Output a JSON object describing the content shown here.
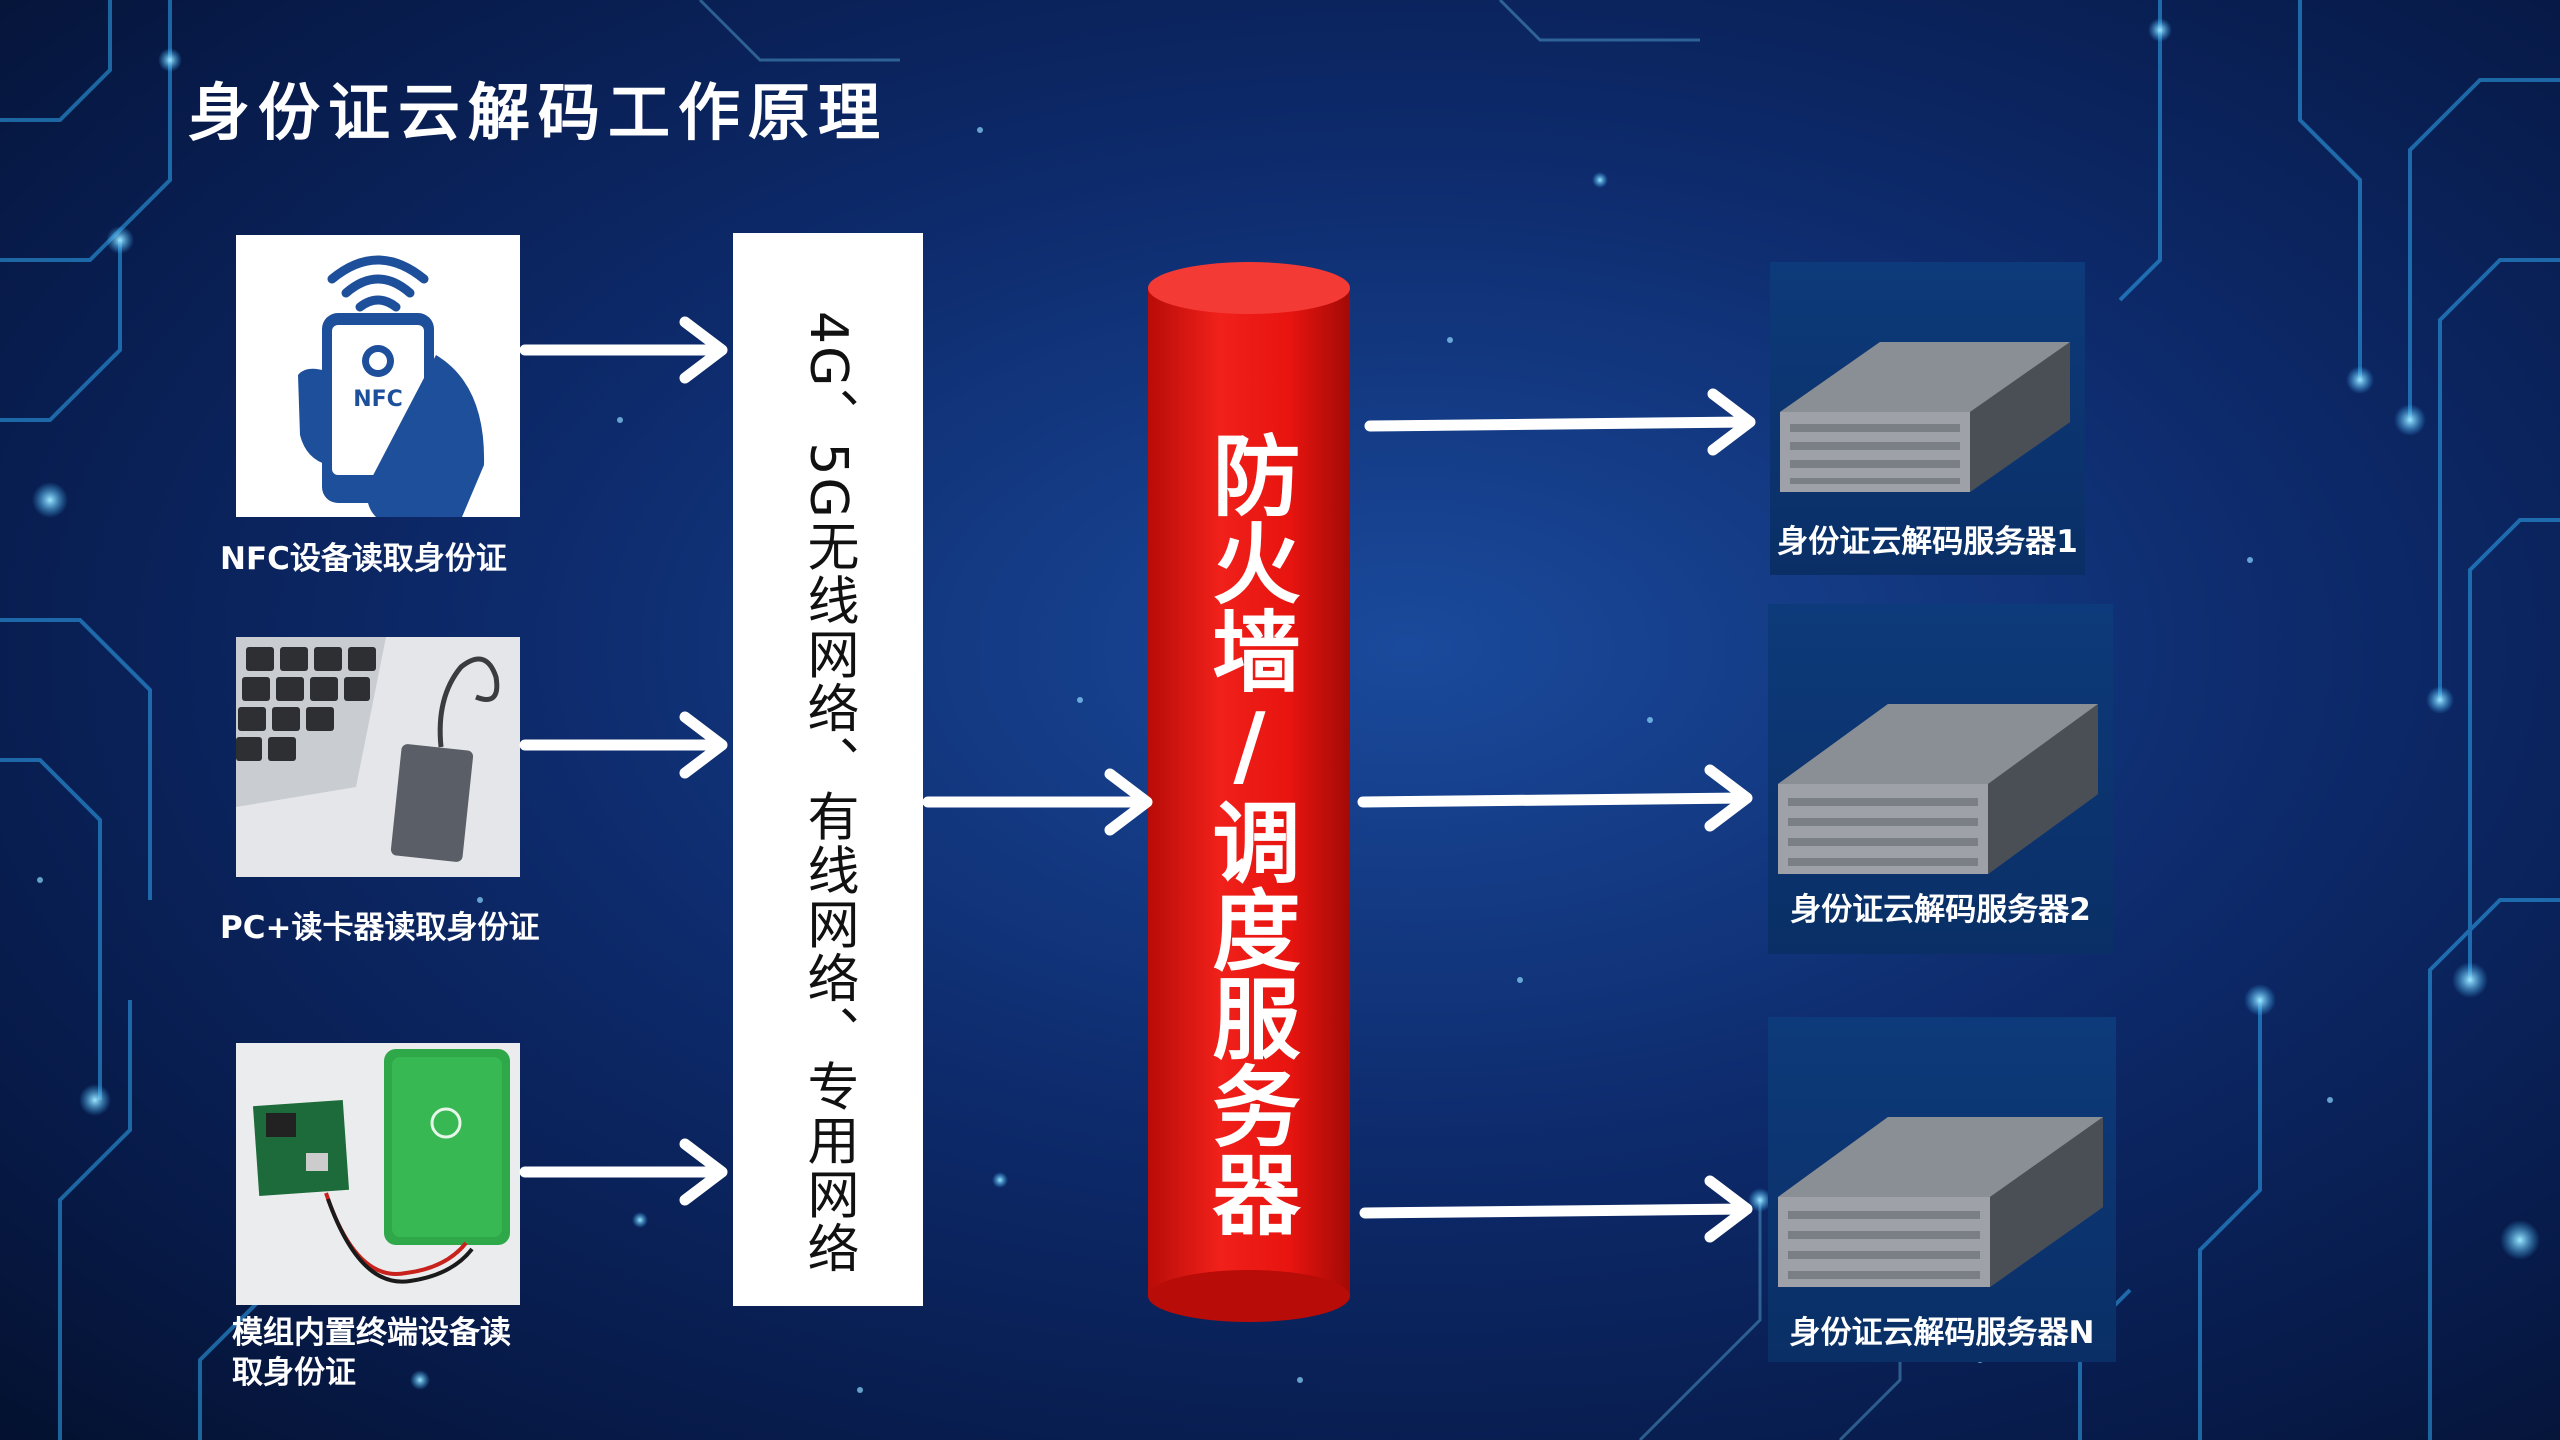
{
  "title": "身份证云解码工作原理",
  "devices": [
    {
      "label": "NFC设备读取身份证",
      "badge": "NFC"
    },
    {
      "label": "PC+读卡器读取身份证"
    },
    {
      "label_line1": "模组内置终端设备读",
      "label_line2": "取身份证"
    }
  ],
  "network": {
    "text": "4G、5G无线网络、有线网络、专用网络"
  },
  "firewall": {
    "text": "防火墙/调度服务器"
  },
  "servers": [
    {
      "label": "身份证云解码服务器1"
    },
    {
      "label": "身份证云解码服务器2"
    },
    {
      "label": "身份证云解码服务器N"
    }
  ],
  "colors": {
    "firewall": "#e8140f",
    "background": "#0d2a6b",
    "arrow": "#ffffff"
  }
}
